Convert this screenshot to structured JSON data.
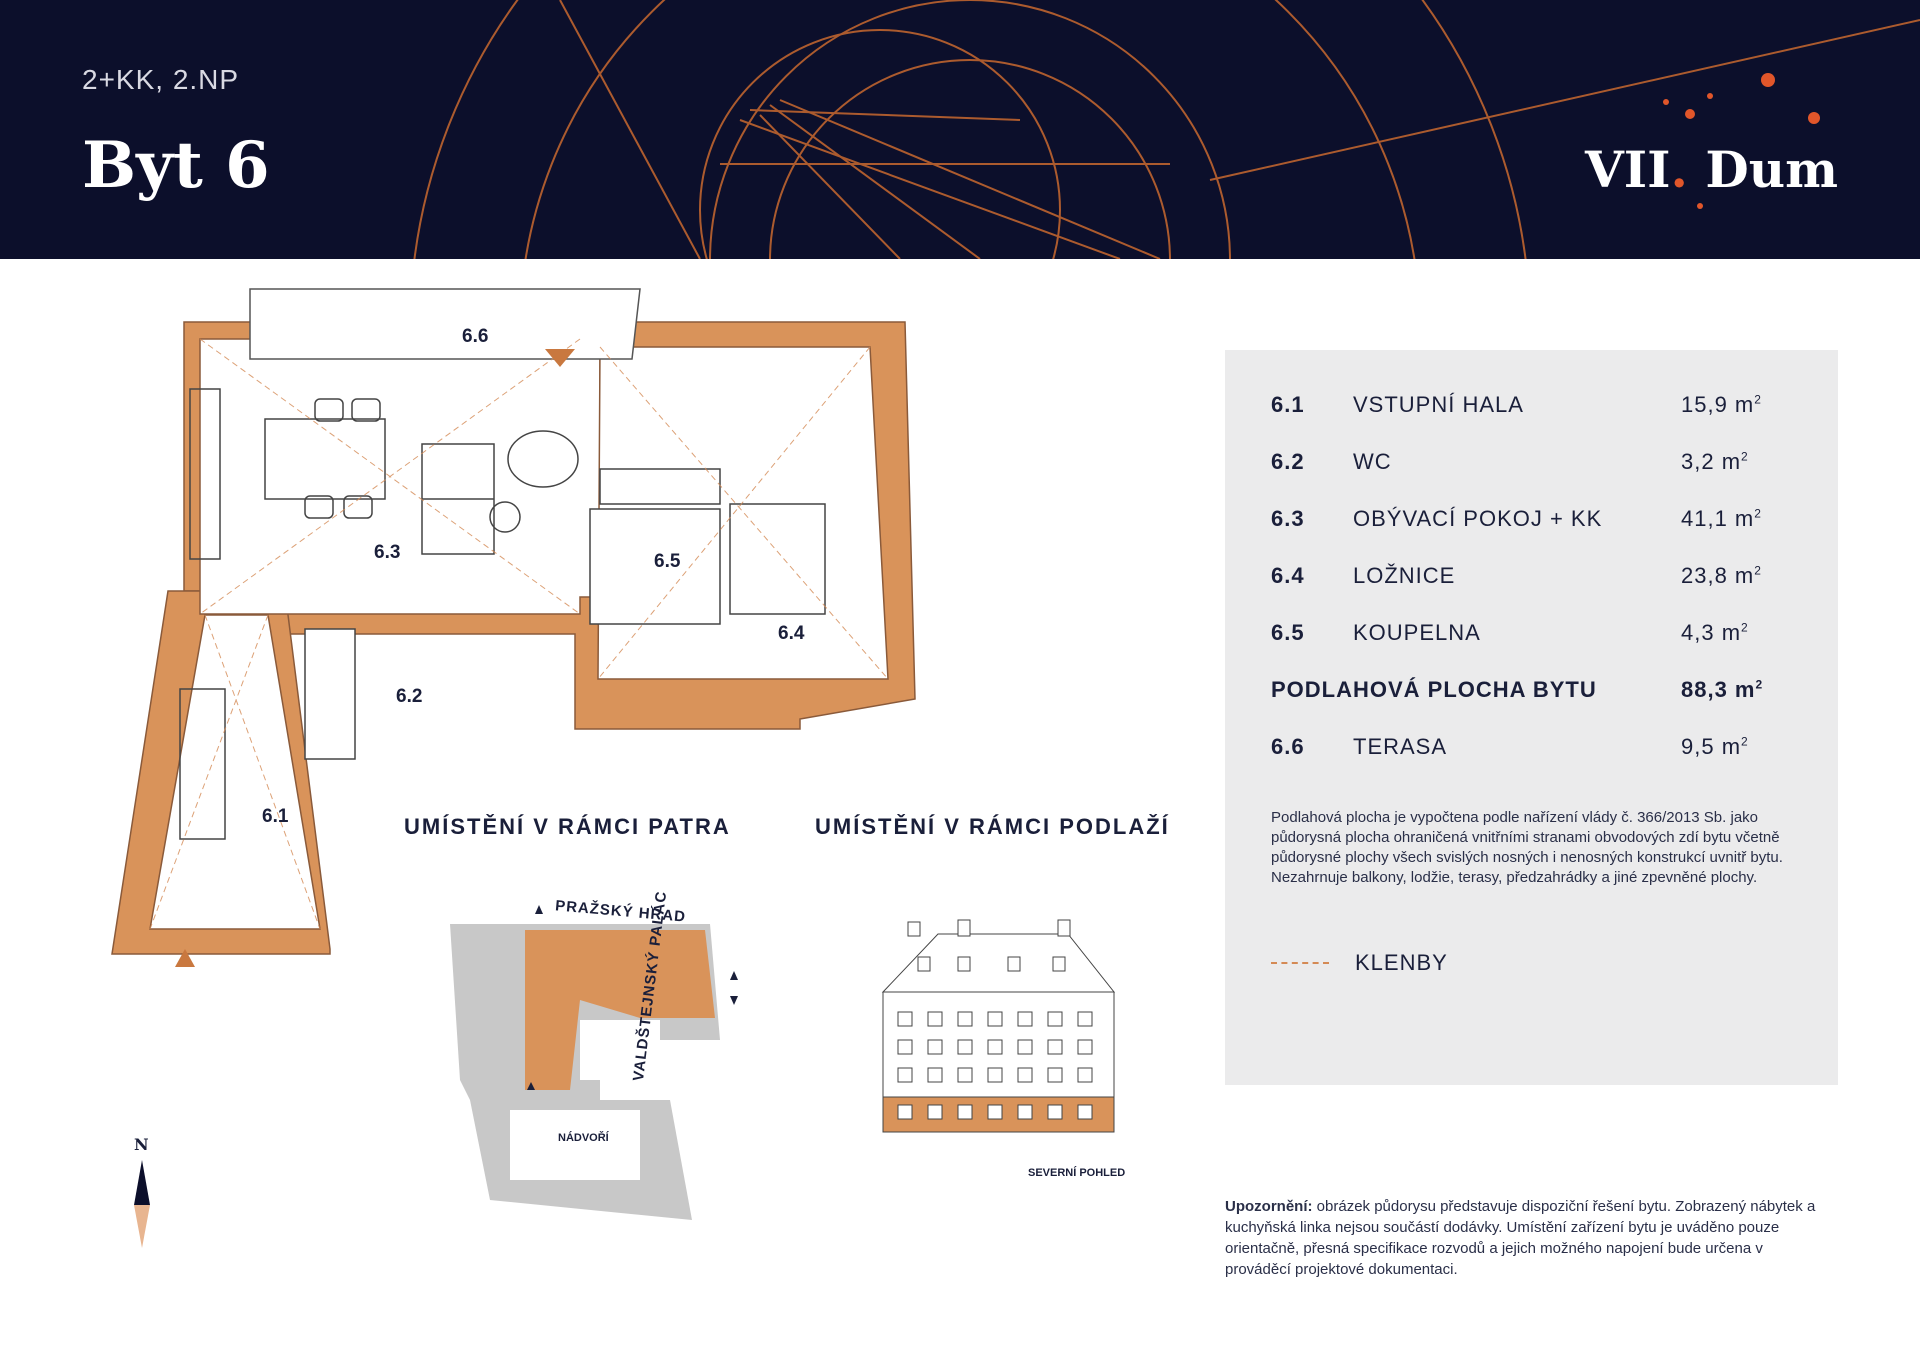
{
  "header": {
    "subtitle": "2+KK, 2.NP",
    "title": "Byt 6",
    "brand_main": "VII",
    "brand_dot": ".",
    "brand_tail": " Dum"
  },
  "rooms": [
    {
      "num": "6.1",
      "name": "VSTUPNÍ HALA",
      "area": "15,9 m",
      "sup": "2"
    },
    {
      "num": "6.2",
      "name": "WC",
      "area": "3,2 m",
      "sup": "2"
    },
    {
      "num": "6.3",
      "name": "OBÝVACÍ POKOJ + KK",
      "area": "41,1 m",
      "sup": "2"
    },
    {
      "num": "6.4",
      "name": "LOŽNICE",
      "area": "23,8 m",
      "sup": "2"
    },
    {
      "num": "6.5",
      "name": "KOUPELNA",
      "area": "4,3 m",
      "sup": "2"
    }
  ],
  "total": {
    "name": "PODLAHOVÁ PLOCHA BYTU",
    "area": "88,3 m",
    "sup": "2"
  },
  "terrace": {
    "num": "6.6",
    "name": "TERASA",
    "area": "9,5 m",
    "sup": "2"
  },
  "note": "Podlahová plocha je vypočtena podle nařízení vlády č. 366/2013 Sb. jako půdorysná plocha ohraničená vnitřními stranami obvodových zdí bytu včetně půdorysné plochy všech svislých nosných i nenosných konstrukcí uvnitř bytu. Nezahrnuje balkony, lodžie, terasy, předzahrádky a jiné zpevněné plochy.",
  "legend": {
    "label": "KLENBY"
  },
  "warning": {
    "bold": "Upozornění:",
    "text": " obrázek půdorysu představuje dispoziční řešení bytu. Zobrazený nábytek a kuchyňská linka nejsou součástí dodávky. Umístění zařízení bytu je uváděno pouze orientačně, přesná specifikace rozvodů a jejich možného napojení bude určena v prováděcí projektové dokumentaci."
  },
  "sections": {
    "floor": "UMÍSTĚNÍ V RÁMCI PATRA",
    "building": "UMÍSTĚNÍ V RÁMCI PODLAŽÍ"
  },
  "plan_labels": {
    "r61": "6.1",
    "r62": "6.2",
    "r63": "6.3",
    "r64": "6.4",
    "r65": "6.5",
    "r66": "6.6"
  },
  "map_labels": {
    "north_side": "PRAŽSKÝ HRAD",
    "east_side": "VALDŠTEJNSKÝ PALÁC",
    "courtyard": "NÁDVOŘÍ",
    "elevation": "SEVERNÍ POHLED"
  },
  "compass": {
    "label": "N"
  },
  "colors": {
    "navy": "#0c0f2b",
    "accent": "#c9783f",
    "wall": "#d9935a",
    "panel": "#ebebec"
  }
}
